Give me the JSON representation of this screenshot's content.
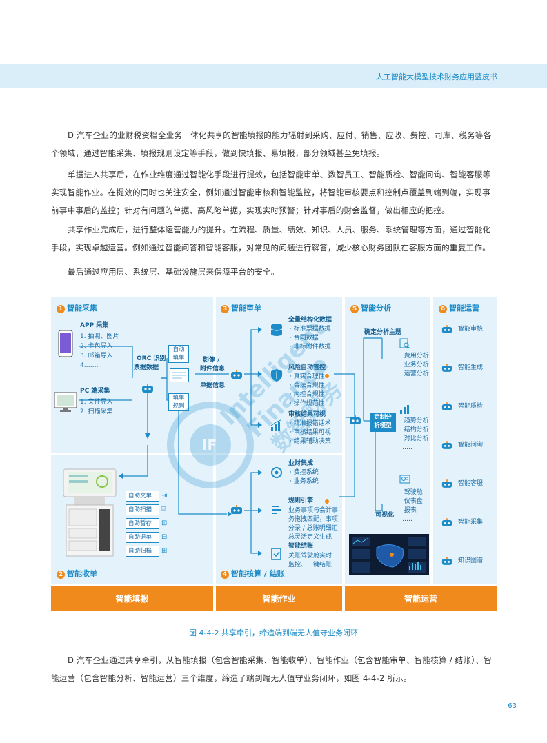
{
  "header": {
    "title": "人工智能大模型技术财务应用蓝皮书"
  },
  "paragraphs": [
    "D 汽车企业的业财税资档全业务一体化共享的智能填报的能力辐射到采购、应付、销售、应收、费控、司库、税务等各个领域，通过智能采集、填报规则设定等手段，做到快填报、易填报，部分领域甚至免填报。",
    "单据进入共享后，在作业维度通过智能化手段进行提效，包括智能审单、数智员工、智能质检、智能问询、智能客服等实现智能作业。在提效的同时也关注安全，例如通过智能审核和智能监控，将智能审核要点和控制点覆盖到端到端，实现事前事中事后的监控；针对有问题的单据、高风险单据，实现实时预警；针对事后的财会监督，做出相应的把控。",
    "共享作业完成后，进行整体运营能力的提升。在流程、质量、绩效、知识、人员、服务、系统管理等方面，通过智能化手段，实现卓越运营。例如通过智能问答和智能客服，对常见的问题进行解答，减少核心财务团队在客服方面的重复工作。",
    "最后通过应用层、系统层、基础设施层来保障平台的安全。"
  ],
  "figure": {
    "sections": {
      "collect": {
        "num": "1",
        "title": "智能采集"
      },
      "receive": {
        "num": "2",
        "title": "智能收单"
      },
      "review": {
        "num": "3",
        "title": "智能审单"
      },
      "accounting": {
        "num": "4",
        "title": "智能核算 / 结账"
      },
      "analysis": {
        "num": "5",
        "title": "智能分析"
      },
      "operation": {
        "num": "6",
        "title": "智能运营"
      }
    },
    "app": {
      "title": "APP 采集",
      "items": [
        "1. 拍照、图片",
        "2. 卡包导入",
        "3. 邮箱导入",
        "4.……"
      ]
    },
    "pc": {
      "title": "PC 端采集",
      "items": [
        "1. 文件导入",
        "2. 扫描采集"
      ]
    },
    "orc": {
      "line1": "ORC 识别",
      "line2": "票据数据"
    },
    "fill_box": {
      "line1": "自动",
      "line2": "填单"
    },
    "rule_box": {
      "line1": "填单",
      "line2": "规则"
    },
    "image_info": {
      "line1": "影像 /",
      "line2": "附件信息"
    },
    "doc_info": "单据信息",
    "kiosk_buttons": [
      "自助交单",
      "自助扫描",
      "自助暂存",
      "自助退单",
      "自助归档"
    ],
    "structured": {
      "title": "全量结构化数据",
      "items": [
        "· 标准票据数据",
        "· 合同数据",
        "· 非标附件数据",
        "……"
      ]
    },
    "risk": {
      "title": "风险自动管控",
      "items": [
        "· 真实合理性",
        "· 合法合规性",
        "· 内控合规性",
        "· 操作规范性"
      ]
    },
    "visual": {
      "title": "审核结果可视",
      "items": [
        "· 精准报错话术",
        "· 审核结果可视",
        "· 结果辅助决策"
      ]
    },
    "biz": {
      "title": "业财集成",
      "items": [
        "· 费控系统",
        "· 业务系统"
      ]
    },
    "rule_engine": {
      "title": "规则引擎",
      "items": [
        "业务事项与会计事",
        "务拖拽匹配，事项",
        "分录 / 总账明细汇",
        "总灵活定义生成"
      ]
    },
    "closing": {
      "title": "智能结账",
      "items": [
        "关账驾驶舱实时",
        "监控、一键结账"
      ]
    },
    "custom_model": {
      "line1": "定制分",
      "line2": "析模型"
    },
    "theme": {
      "title": "确定分析主题",
      "items": [
        "· 费用分析",
        "· 业务分析",
        "· 运营分析"
      ]
    },
    "trend": {
      "items": [
        "· 趋势分析",
        "· 结构分析",
        "· 对比分析",
        "……"
      ]
    },
    "viz": {
      "title": "可视化",
      "items": [
        "· 驾驶舱",
        "· 仪表盘",
        "· 报表",
        "……"
      ]
    },
    "ops_items": [
      "智能审核",
      "智能生成",
      "智能质检",
      "智能问询",
      "智能客服",
      "智能采集",
      "知识图谱"
    ],
    "bars": [
      "智能填报",
      "智能作业",
      "智能运营"
    ]
  },
  "caption": "图 4-4-2 共享牵引，缔造端到端无人值守业务闭环",
  "after_para": "D 汽车企业通过共享牵引，从智能填报（包含智能采集、智能收单）、智能作业（包含智能审单、智能核算 / 结账）、智能运营（包含智能分析、智能运营）三个维度，缔造了端到端无人值守业务闭环，如图 4-4-2 所示。",
  "watermark": {
    "line1": "Intelligent",
    "line2": "Finance",
    "line3": "数智财务",
    "logo": "IF"
  },
  "page_number": "63",
  "colors": {
    "accent": "#1d8cc8",
    "orange": "#f08a1c",
    "panel": "#e3f2fb"
  }
}
